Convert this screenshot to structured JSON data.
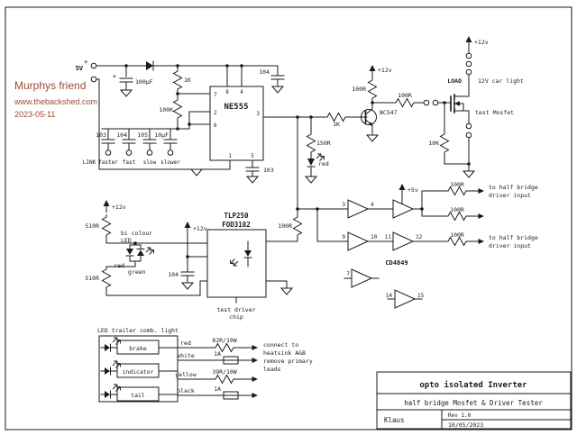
{
  "colors": {
    "ink": "#1a1a1a",
    "annotation": "#9e4a3a",
    "background": "#ffffff"
  },
  "watermark": {
    "line1": "Murphys friend",
    "line2": "www.thebackshed.com",
    "line3": "2023-05-11"
  },
  "power": {
    "label_5v": "5V",
    "plus": "+",
    "cap_plus": "+",
    "cap_100uf": "100µF",
    "res_1k": "1K",
    "res_100k": "100K",
    "cap_104": "104"
  },
  "ne555": {
    "name": "NE555",
    "pin7": "7",
    "pin8": "8",
    "pin4": "4",
    "pin2": "2",
    "pin6": "6",
    "pin3": "3",
    "pin5": "5",
    "pin1": "1",
    "cap_103": "103"
  },
  "timing": {
    "cap_labels": [
      "103",
      "104",
      "105",
      "10µF"
    ],
    "link_labels": [
      "LINK",
      "faster",
      "fast",
      "slow",
      "slower"
    ]
  },
  "driver": {
    "v12_top": "+12v",
    "res_100r_collector": "100R",
    "transistor": "BC547",
    "res_1k_base": "1K",
    "res_150r": "150R",
    "led_red": "red",
    "res_100r_gate": "100R"
  },
  "mosfet": {
    "v12": "+12v",
    "load": "LOAD",
    "load_desc": "12V car light",
    "name": "test Mosfet",
    "res_10k": "10K"
  },
  "opto": {
    "chip_line1": "TLP250",
    "chip_line2": "FOD3182",
    "v12_left": "+12v",
    "v12_mid": "+12v",
    "res_510r_top": "510R",
    "res_510r_bottom": "510R",
    "biled_line1": "bi colour",
    "biled_line2": "LED",
    "led_red": "red",
    "led_green": "green",
    "cap_104": "104",
    "res_100r": "100R",
    "caption_line1": "test driver",
    "caption_line2": "chip"
  },
  "logic": {
    "chip": "CD4049",
    "v5": "+5v",
    "pin3": "3",
    "pin4": "4",
    "pin9": "9",
    "pin10": "10",
    "pin11": "11",
    "pin12": "12",
    "pin7": "7",
    "pin14": "14",
    "pin15": "15",
    "res_100r_1": "100R",
    "res_100r_2": "100R",
    "res_100r_3": "100R",
    "out_top_line1": "to half bridge",
    "out_top_line2": "driver input",
    "out_bottom_line1": "to half bridge",
    "out_bottom_line2": "driver input"
  },
  "trailer": {
    "title": "LED trailer comb. light",
    "brake": "brake",
    "indicator": "indicator",
    "tail": "tail",
    "wire_red": "red",
    "wire_white": "white",
    "wire_yellow": "yellow",
    "wire_black": "black",
    "res_82r": "82R/10W",
    "res_39r": "39R/10W",
    "fuse_1": "1A",
    "fuse_2": "1A",
    "note_line1": "connect to",
    "note_line2": "heatsink A&B",
    "note_line3": "remove primary",
    "note_line4": "leads"
  },
  "titleblock": {
    "title": "opto isolated Inverter",
    "subtitle": "half bridge  Mosfet & Driver Tester",
    "author": "Klaus",
    "rev": "Rev 1.0",
    "date": "10/05/2023"
  }
}
